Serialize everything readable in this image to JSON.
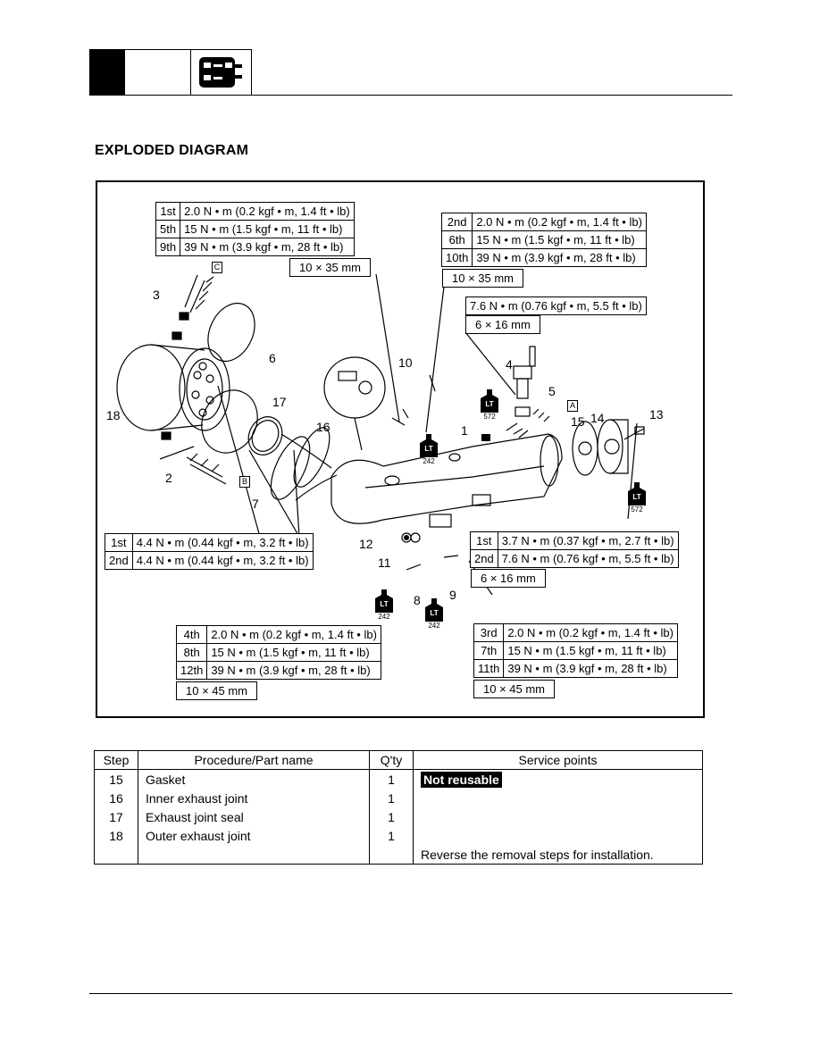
{
  "header": {
    "icon": "tools-icon"
  },
  "title": "EXPLODED DIAGRAM",
  "torque_tables": {
    "top_left": {
      "rows": [
        {
          "stage": "1st",
          "value": "2.0 N • m (0.2 kgf • m, 1.4 ft • lb)"
        },
        {
          "stage": "5th",
          "value": "15 N • m (1.5 kgf • m, 11 ft • lb)"
        },
        {
          "stage": "9th",
          "value": "39 N • m (3.9 kgf • m, 28 ft • lb)"
        }
      ],
      "size": "10 × 35 mm"
    },
    "top_right": {
      "rows": [
        {
          "stage": "2nd",
          "value": "2.0 N • m (0.2 kgf • m, 1.4 ft • lb)"
        },
        {
          "stage": "6th",
          "value": "15 N • m (1.5 kgf • m, 11 ft • lb)"
        },
        {
          "stage": "10th",
          "value": "39 N • m (3.9 kgf • m, 28 ft • lb)"
        }
      ],
      "size": "10 × 35 mm"
    },
    "sensor": {
      "value": "7.6 N • m (0.76 kgf • m, 5.5 ft • lb)",
      "size": "6 × 16 mm"
    },
    "mid_left": {
      "rows": [
        {
          "stage": "1st",
          "value": "4.4 N • m (0.44 kgf • m, 3.2 ft • lb)"
        },
        {
          "stage": "2nd",
          "value": "4.4 N • m (0.44 kgf • m, 3.2 ft • lb)"
        }
      ]
    },
    "mid_right": {
      "rows": [
        {
          "stage": "1st",
          "value": "3.7 N • m (0.37 kgf • m, 2.7 ft • lb)"
        },
        {
          "stage": "2nd",
          "value": "7.6 N • m (0.76 kgf • m, 5.5 ft • lb)"
        }
      ],
      "size": "6 × 16 mm"
    },
    "bottom_left": {
      "rows": [
        {
          "stage": "4th",
          "value": "2.0 N • m (0.2 kgf • m, 1.4 ft • lb)"
        },
        {
          "stage": "8th",
          "value": "15 N • m (1.5 kgf • m, 11 ft • lb)"
        },
        {
          "stage": "12th",
          "value": "39 N • m (3.9 kgf • m, 28 ft • lb)"
        }
      ],
      "size": "10 × 45 mm"
    },
    "bottom_right": {
      "rows": [
        {
          "stage": "3rd",
          "value": "2.0 N • m (0.2 kgf • m, 1.4 ft • lb)"
        },
        {
          "stage": "7th",
          "value": "15 N • m (1.5 kgf • m, 11 ft • lb)"
        },
        {
          "stage": "11th",
          "value": "39 N • m (3.9 kgf • m, 28 ft • lb)"
        }
      ],
      "size": "10 × 45 mm"
    }
  },
  "callouts": [
    "1",
    "2",
    "3",
    "4",
    "5",
    "6",
    "7",
    "8",
    "9",
    "10",
    "11",
    "12",
    "13",
    "14",
    "15",
    "16",
    "17",
    "18"
  ],
  "boxed_letters": {
    "a": "A",
    "b": "B",
    "c": "C"
  },
  "locktite": [
    {
      "label": "LT",
      "number": "572"
    },
    {
      "label": "LT",
      "number": "242"
    },
    {
      "label": "LT",
      "number": "572"
    },
    {
      "label": "LT",
      "number": "242"
    },
    {
      "label": "LT",
      "number": "242"
    }
  ],
  "steps_table": {
    "headers": [
      "Step",
      "Procedure/Part name",
      "Q'ty",
      "Service points"
    ],
    "rows": [
      {
        "step": "15",
        "name": "Gasket",
        "qty": "1",
        "service": "Not reusable"
      },
      {
        "step": "16",
        "name": "Inner exhaust joint",
        "qty": "1",
        "service": ""
      },
      {
        "step": "17",
        "name": "Exhaust joint seal",
        "qty": "1",
        "service": ""
      },
      {
        "step": "18",
        "name": "Outer exhaust joint",
        "qty": "1",
        "service": ""
      },
      {
        "step": "",
        "name": "",
        "qty": "",
        "service": "Reverse the removal steps for installation."
      }
    ]
  }
}
